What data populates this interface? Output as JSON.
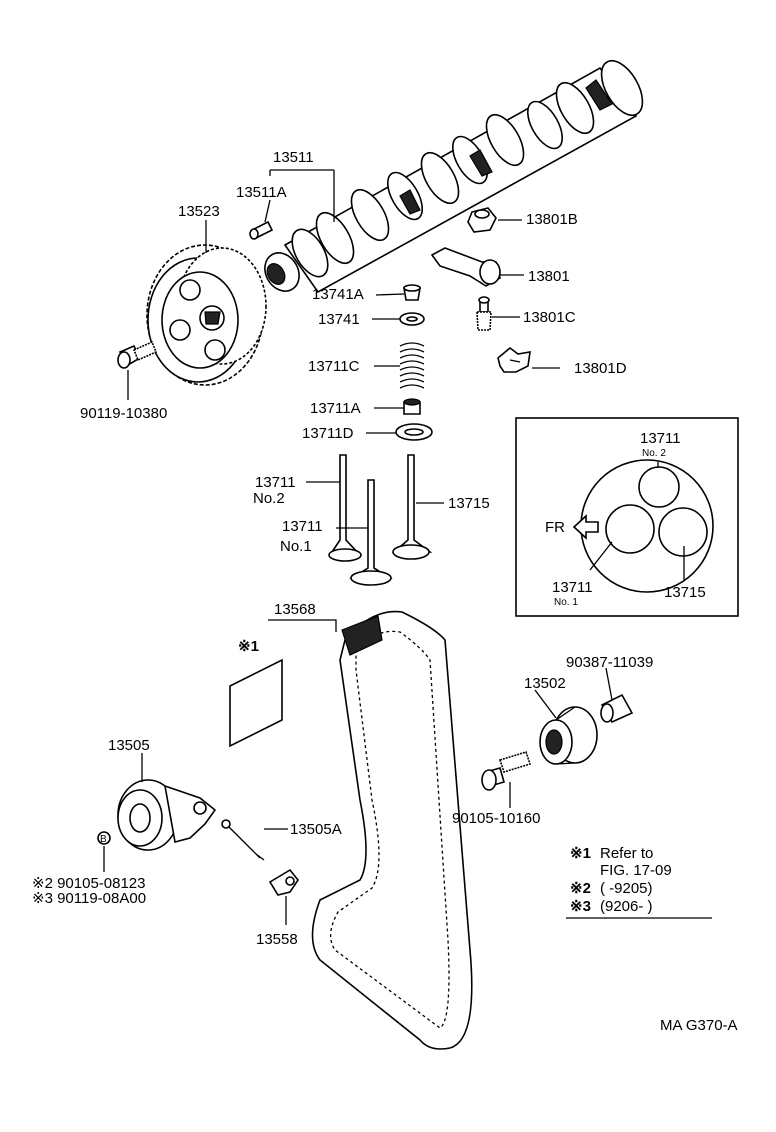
{
  "labels": {
    "p13511": "13511",
    "p13511A": "13511A",
    "p13523": "13523",
    "p13801B": "13801B",
    "p13801": "13801",
    "p13741A": "13741A",
    "p13741": "13741",
    "p13801C": "13801C",
    "p13711C": "13711C",
    "p13801D": "13801D",
    "p90119_10380": "90119-10380",
    "p13711A": "13711A",
    "p13711D": "13711D",
    "p13711_no2": "13711",
    "no2": "No.2",
    "p13711_no1": "13711",
    "no1": "No.1",
    "p13715": "13715",
    "p13568": "13568",
    "ref1": "※1",
    "p90387": "90387-11039",
    "p13502": "13502",
    "p13505": "13505",
    "p90105_10160": "90105-10160",
    "p13505A": "13505A",
    "p90105_08123": "※2 90105-08123",
    "p90119_08A00": "※3 90119-08A00",
    "p13558": "13558",
    "marker_B": "B"
  },
  "inset": {
    "t13711_top": "13711",
    "no2_small": "No. 2",
    "fr": "FR",
    "t13711_bottom": "13711",
    "no1_small": "No. 1",
    "t13715": "13715"
  },
  "notes": {
    "n1_mark": "※1",
    "n1_text": "Refer to",
    "n1_text2": "FIG. 17-09",
    "n2_mark": "※2",
    "n2_text": "(        -9205)",
    "n3_mark": "※3",
    "n3_text": "(9206-           )"
  },
  "figure_code": "MA G370-A"
}
